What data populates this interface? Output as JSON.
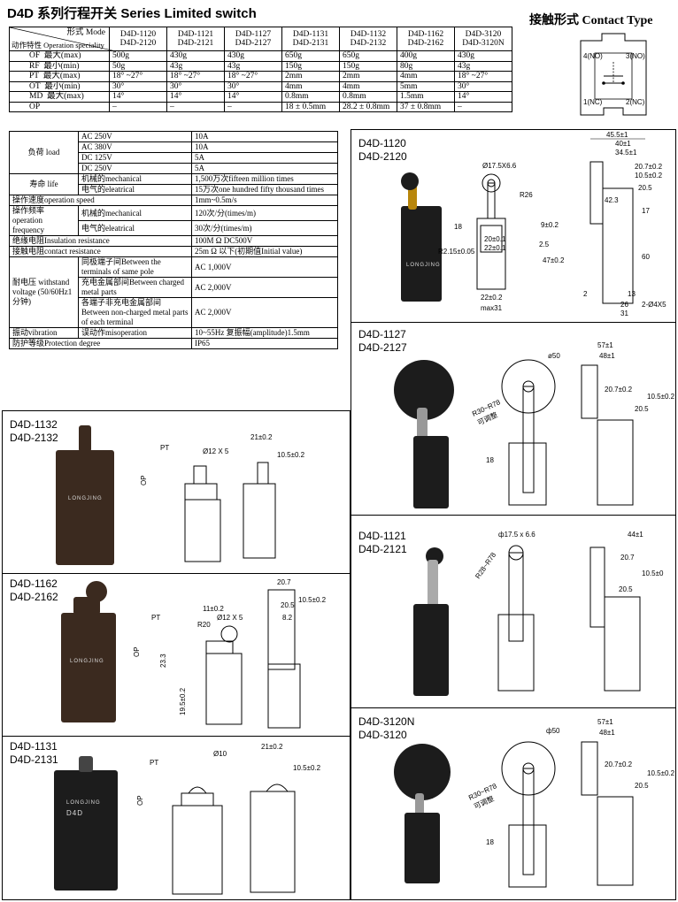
{
  "page_title": "D4D 系列行程开关 Series Limited switch",
  "contact_type": {
    "title": "接触形式 Contact Type",
    "terminals": [
      "4(NO)",
      "3(NO)",
      "1(NC)",
      "2(NC)"
    ]
  },
  "spec_table": {
    "corner_top": "形式 Mode",
    "corner_bottom": "动作特性 Operation speciality",
    "models": [
      [
        "D4D-1120",
        "D4D-2120"
      ],
      [
        "D4D-1121",
        "D4D-2121"
      ],
      [
        "D4D-1127",
        "D4D-2127"
      ],
      [
        "D4D-1131",
        "D4D-2131"
      ],
      [
        "D4D-1132",
        "D4D-2132"
      ],
      [
        "D4D-1162",
        "D4D-2162"
      ],
      [
        "D4D-3120",
        "D4D-3120N"
      ]
    ],
    "rows": [
      {
        "code": "OF",
        "desc": "最大(max)",
        "values": [
          "500g",
          "430g",
          "430g",
          "650g",
          "650g",
          "400g",
          "430g"
        ]
      },
      {
        "code": "RF",
        "desc": "最小(min)",
        "values": [
          "50g",
          "43g",
          "43g",
          "150g",
          "150g",
          "80g",
          "43g"
        ]
      },
      {
        "code": "PT",
        "desc": "最大(max)",
        "values": [
          "18° ~27°",
          "18° ~27°",
          "18° ~27°",
          "2mm",
          "2mm",
          "4mm",
          "18° ~27°"
        ]
      },
      {
        "code": "OT",
        "desc": "最小(min)",
        "values": [
          "30°",
          "30°",
          "30°",
          "4mm",
          "4mm",
          "5mm",
          "30°"
        ]
      },
      {
        "code": "MD",
        "desc": "最大(max)",
        "values": [
          "14°",
          "14°",
          "14°",
          "0.8mm",
          "0.8mm",
          "1.5mm",
          "14°"
        ]
      },
      {
        "code": "OP",
        "desc": "",
        "values": [
          "–",
          "–",
          "–",
          "18 ± 0.5mm",
          "28.2 ± 0.8mm",
          "37 ± 0.8mm",
          "–"
        ]
      }
    ]
  },
  "perf_table": {
    "load_label": "负荷 load",
    "load_rows": [
      [
        "AC 250V",
        "10A"
      ],
      [
        "AC 380V",
        "10A"
      ],
      [
        "DC 125V",
        "5A"
      ],
      [
        "DC 250V",
        "5A"
      ]
    ],
    "life_label": "寿命 life",
    "life_rows": [
      [
        "机械的mechanical",
        "1,500万次fifteen million times"
      ],
      [
        "电气的eleatrical",
        "15万次one hundred fifty thousand times"
      ]
    ],
    "speed_label": "操作速度operation speed",
    "speed_value": "1mm~0.5m/s",
    "freq_label": "操作频率 operation frequency",
    "freq_rows": [
      [
        "机械的mechanical",
        "120次/分(times/m)"
      ],
      [
        "电气的eleatrical",
        "30次/分(times/m)"
      ]
    ],
    "insulation_label": "绝缘电阻Insulation resistance",
    "insulation_value": "100M Ω DC500V",
    "contact_res_label": "接触电阻contact resistance",
    "contact_res_value": "25m Ω 以下(初期值Initial value)",
    "withstand_label": "耐电压 withstand voltage (50/60Hz1 分钟)",
    "withstand_rows": [
      [
        "同极端子间Between the terminals of same pole",
        "AC 1,000V"
      ],
      [
        "充电金属部间Between charged metal parts",
        "AC 2,000V"
      ],
      [
        "各端子非充电金属部间 Between non-charged metal parts of each terminal",
        "AC 2,000V"
      ]
    ],
    "vibration_label": "振动vibration",
    "vibration_desc": "误动作misoperation",
    "vibration_value": "10~55Hz 复振幅(amplitude)1.5mm",
    "protection_label": "防护等级Protection degree",
    "protection_value": "IP65"
  },
  "panels": {
    "p1120": {
      "models": [
        "D4D-1120",
        "D4D-2120"
      ],
      "dims": [
        "45.5±1",
        "40±1",
        "34.5±1",
        "20.7±0.2",
        "10.5±0.2",
        "20.5",
        "42.3",
        "17",
        "60",
        "Ø17.5X6.6",
        "R26",
        "18",
        "R2.15±0.05",
        "20±0.1",
        "22±0.1",
        "2.5",
        "9±0.2",
        "47±0.2",
        "22±0.2",
        "max31",
        "13",
        "26",
        "31",
        "2-Ø4X5",
        "2"
      ]
    },
    "p1127": {
      "models": [
        "D4D-1127",
        "D4D-2127"
      ],
      "dims": [
        "ø50",
        "57±1",
        "48±1",
        "20.7±0.2",
        "10.5±0.2",
        "20.5",
        "R30~R78",
        "可调整",
        "18"
      ]
    },
    "p1132": {
      "models": [
        "D4D-1132",
        "D4D-2132"
      ],
      "dims": [
        "PT",
        "OP",
        "Ø12 X 5",
        "21±0.2",
        "10.5±0.2"
      ]
    },
    "p1121": {
      "models": [
        "D4D-1121",
        "D4D-2121"
      ],
      "dims": [
        "ф17.5 x 6.6",
        "44±1",
        "20.7",
        "10.5±0",
        "20.5",
        "R28~R78"
      ]
    },
    "p1162": {
      "models": [
        "D4D-1162",
        "D4D-2162"
      ],
      "dims": [
        "20.7",
        "10.5±0.2",
        "PT",
        "OP",
        "11±0.2",
        "Ø12 X 5",
        "R20",
        "20.5",
        "8.2",
        "23.3",
        "19.5±0.2"
      ]
    },
    "p3120": {
      "models": [
        "D4D-3120N",
        "D4D-3120"
      ],
      "dims": [
        "ф50",
        "57±1",
        "48±1",
        "20.7±0.2",
        "10.5±0.2",
        "20.5",
        "R30~R78",
        "可调整",
        "18"
      ]
    },
    "p1131": {
      "models": [
        "D4D-1131",
        "D4D-2131"
      ],
      "dims": [
        "PT",
        "OP",
        "Ø10",
        "21±0.2",
        "10.5±0.2"
      ]
    }
  },
  "photo_brand": "LONGJING",
  "photo_model": "D4D"
}
